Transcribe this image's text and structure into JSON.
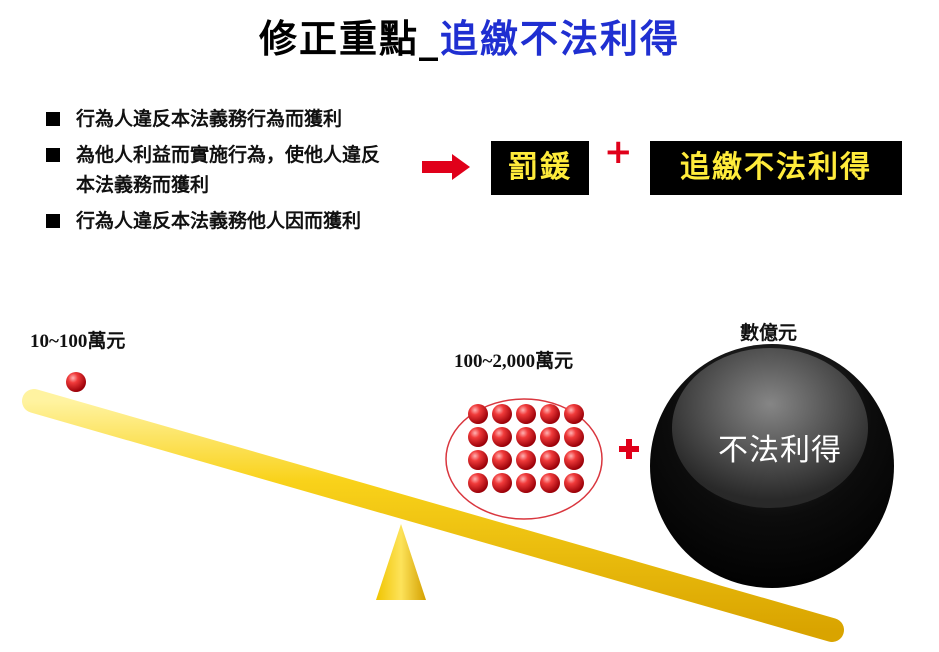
{
  "title": {
    "main": "修正重點",
    "separator": "_",
    "accent": "追繳不法利得"
  },
  "bullets": [
    "行為人違反本法義務行為而獲利",
    "為他人利益而實施行為，使他人違反本法義務而獲利",
    "行為人違反本法義務他人因而獲利"
  ],
  "formula": {
    "fine_label": "罰鍰",
    "plus": "+",
    "profit_label": "追繳不法利得"
  },
  "seesaw": {
    "left_amount": "10~100萬元",
    "middle_amount": "100~2,000萬元",
    "right_amount": "數億元",
    "plus": "+",
    "big_ball_label": "不法利得",
    "cluster_ball_count": 20
  },
  "colors": {
    "title_accent": "#1f2fd1",
    "badge_bg": "#000000",
    "badge_text": "#ffeb3b",
    "arrow": "#e0001a",
    "plank": "#f5c400",
    "ball_red": "#e01b22",
    "big_ball": "#000000"
  }
}
